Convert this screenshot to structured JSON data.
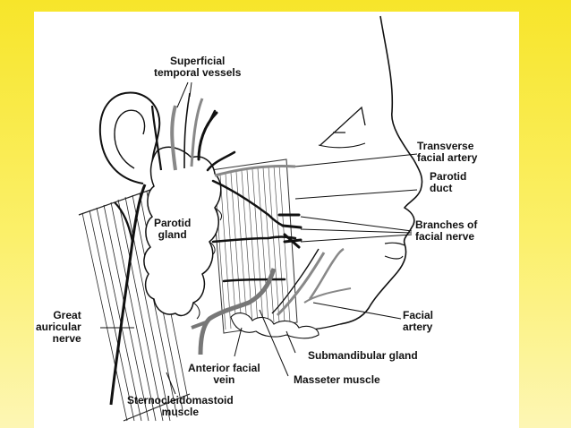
{
  "diagram": {
    "labels": {
      "superficial_temporal": [
        "Superficial",
        "temporal vessels"
      ],
      "transverse_facial": [
        "Transverse",
        "facial artery"
      ],
      "parotid_duct": [
        "Parotid",
        "duct"
      ],
      "branches_facial_nerve": [
        "Branches of",
        "facial nerve"
      ],
      "parotid_gland": [
        "Parotid",
        "gland"
      ],
      "great_auricular": [
        "Great",
        "auricular",
        "nerve"
      ],
      "facial_artery": [
        "Facial",
        "artery"
      ],
      "submandibular_gland": [
        "Submandibular gland"
      ],
      "anterior_facial_vein": [
        "Anterior facial",
        "vein"
      ],
      "masseter_muscle": [
        "Masseter muscle"
      ],
      "sternocleidomastoid": [
        "Sternocleidomastoid",
        "muscle"
      ]
    }
  },
  "colors": {
    "background_top": "#f7e52a",
    "background_bottom": "#fdf6b4",
    "panel": "#ffffff",
    "ink": "#111111",
    "vessel_gray": "#8a8a8a"
  }
}
